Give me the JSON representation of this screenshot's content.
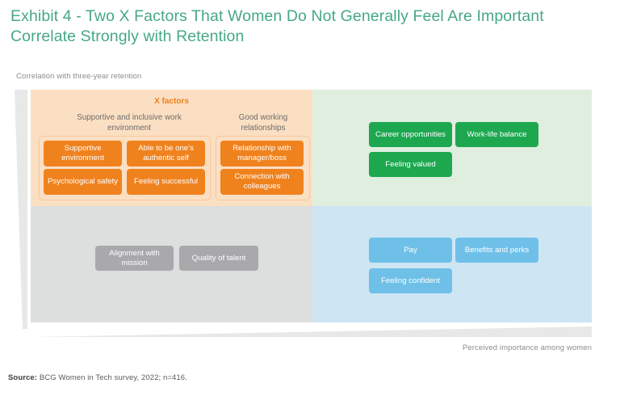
{
  "title": "Exhibit 4 - Two X Factors That Women Do Not Generally Feel Are Important Correlate Strongly with Retention",
  "axes": {
    "y_label": "Correlation with three-year retention",
    "x_label": "Perceived importance among women"
  },
  "groups": {
    "x_factors_title": "X factors",
    "work_environment_caption": "Supportive and inclusive work environment",
    "relationships_caption": "Good working relationships"
  },
  "source": {
    "label": "Source:",
    "text": " BCG Women in Tech survey, 2022; n=416."
  },
  "chart_data": {
    "type": "scatter",
    "title": "Exhibit 4 - Two X Factors That Women Do Not Generally Feel Are Important Correlate Strongly with Retention",
    "xlabel": "Perceived importance among women",
    "ylabel": "Correlation with three-year retention",
    "layout": "2x2 quadrant matrix of labeled factor chips",
    "grid": false,
    "legend": "none",
    "quadrants": [
      {
        "name": "top-left",
        "position": "high retention correlation / low perceived importance",
        "color": "#fbdfc3",
        "chip_color": "#f0821e",
        "annotation": "X factors",
        "groups": [
          {
            "caption": "Supportive and inclusive work environment",
            "items": [
              "Supportive environment",
              "Able to be one's authentic self",
              "Psychological safety",
              "Feeling successful"
            ]
          },
          {
            "caption": "Good working relationships",
            "items": [
              "Relationship with manager/boss",
              "Connection with colleagues"
            ]
          }
        ]
      },
      {
        "name": "top-right",
        "position": "high retention correlation / high perceived importance",
        "color": "#e0eedf",
        "chip_color": "#1da850",
        "items": [
          "Career opportunities",
          "Work-life balance",
          "Feeling valued"
        ]
      },
      {
        "name": "bottom-left",
        "position": "low retention correlation / low perceived importance",
        "color": "#dddede",
        "chip_color": "#a9a9ac",
        "items": [
          "Alignment with mission",
          "Quality of talent"
        ]
      },
      {
        "name": "bottom-right",
        "position": "low retention correlation / high perceived importance",
        "color": "#cee5f4",
        "chip_color": "#6fc0e8",
        "items": [
          "Pay",
          "Benefits and perks",
          "Feeling confident"
        ]
      }
    ]
  },
  "colors": {
    "title": "#46a886",
    "orange": "#f0821e",
    "orange_bg": "#fbdfc3",
    "green": "#1da850",
    "green_bg": "#e0eedf",
    "gray": "#a9a9ac",
    "gray_bg": "#dddede",
    "blue": "#6fc0e8",
    "blue_bg": "#cee5f4"
  }
}
